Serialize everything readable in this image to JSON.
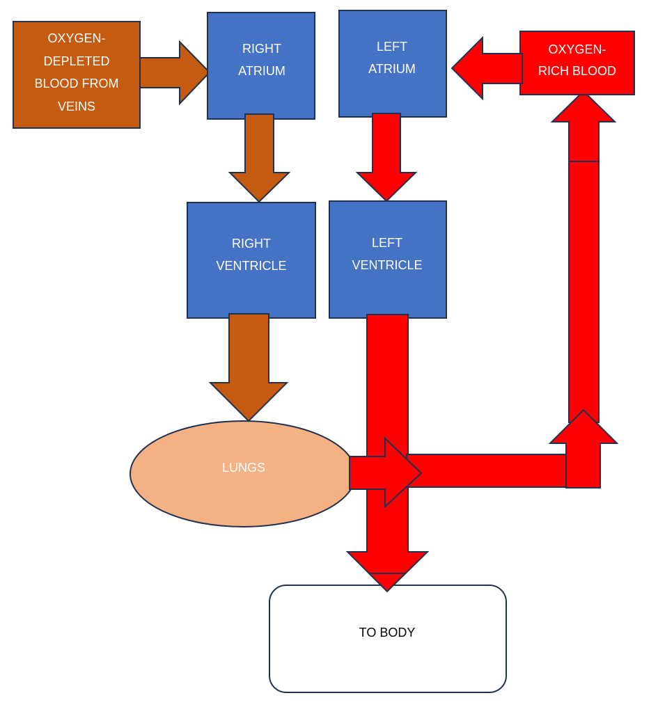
{
  "title": "Blood flow through the heart",
  "colors": {
    "chamber": "#4472c4",
    "deoxygenated": "#c55a11",
    "oxygenated": "#ff0000",
    "lungs": "#f4b183",
    "outline": "#1f3050",
    "body_box": "#ffffff"
  },
  "nodes": {
    "veins": {
      "lines": [
        "OXYGEN-",
        "DEPLETED",
        "BLOOD FROM",
        "VEINS"
      ]
    },
    "right_atrium": {
      "lines": [
        "RIGHT",
        "ATRIUM"
      ]
    },
    "left_atrium": {
      "lines": [
        "LEFT",
        "ATRIUM"
      ]
    },
    "oxygen_rich": {
      "lines": [
        "OXYGEN-",
        "RICH BLOOD"
      ]
    },
    "right_ventricle": {
      "lines": [
        "RIGHT",
        "VENTRICLE"
      ]
    },
    "left_ventricle": {
      "lines": [
        "LEFT",
        "VENTRICLE"
      ]
    },
    "lungs": {
      "lines": [
        "LUNGS"
      ]
    },
    "to_body": {
      "lines": [
        "TO BODY"
      ]
    }
  },
  "edges": [
    {
      "from": "veins",
      "to": "right_atrium",
      "type": "deoxygenated"
    },
    {
      "from": "right_atrium",
      "to": "right_ventricle",
      "type": "deoxygenated"
    },
    {
      "from": "right_ventricle",
      "to": "lungs",
      "type": "deoxygenated"
    },
    {
      "from": "lungs",
      "to": "oxygen_rich",
      "type": "oxygenated"
    },
    {
      "from": "oxygen_rich",
      "to": "left_atrium",
      "type": "oxygenated"
    },
    {
      "from": "left_atrium",
      "to": "left_ventricle",
      "type": "oxygenated"
    },
    {
      "from": "left_ventricle",
      "to": "to_body",
      "type": "oxygenated"
    }
  ]
}
